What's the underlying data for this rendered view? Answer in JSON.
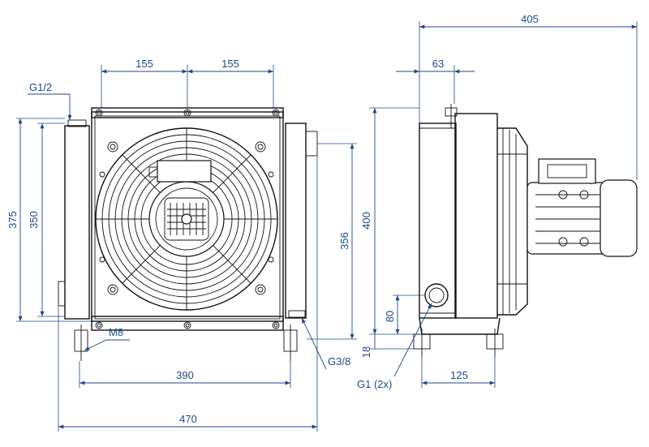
{
  "drawing": {
    "front_view": {
      "dim_top_left": "155",
      "dim_top_right": "155",
      "label_g12": "G1/2",
      "dim_375": "375",
      "dim_350": "350",
      "dim_356": "356",
      "label_m8": "M8",
      "label_g38": "G3/8",
      "dim_390": "390",
      "dim_470": "470"
    },
    "side_view": {
      "dim_405": "405",
      "dim_63": "63",
      "dim_400": "400",
      "dim_80": "80",
      "dim_18": "18",
      "label_g1": "G1 (2x)",
      "dim_125": "125"
    }
  }
}
